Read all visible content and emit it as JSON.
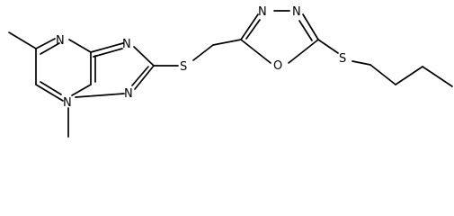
{
  "molecule": {
    "atoms": {
      "n_top": "N",
      "n_triazole_top": "N",
      "n_triazole_bottom": "N",
      "n_bridge": "N",
      "s_linker": "S",
      "n_oxa_left": "N",
      "n_oxa_right": "N",
      "o_oxa": "O",
      "s_butyl": "S"
    }
  }
}
